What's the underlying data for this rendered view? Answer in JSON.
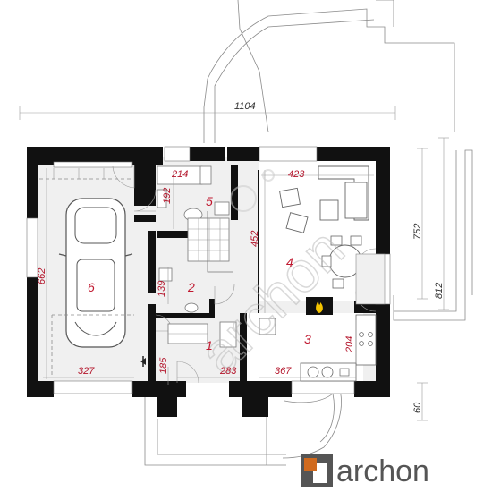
{
  "dimensions": {
    "total_width": "1104",
    "right_depth_752": "752",
    "right_depth_812": "812",
    "overhang_60": "60",
    "garage_width": "327",
    "garage_depth": "662",
    "entry_185": "185",
    "entry_283": "283",
    "kitchen_367": "367",
    "kitchen_204": "204",
    "bath_214": "214",
    "bath_192": "192",
    "living_423": "423",
    "stair_452": "452",
    "wc_139": "139"
  },
  "rooms": {
    "r1": "1",
    "r2": "2",
    "r3": "3",
    "r4": "4",
    "r5": "5",
    "r6": "6"
  },
  "logo": {
    "brand": "archon",
    "watermark": "archon"
  },
  "colors": {
    "wall": "#111111",
    "floor": "#f0f0f0",
    "room_label": "#c0182f",
    "dimension_red": "#b3142a",
    "fireplace": "#f5c400"
  }
}
